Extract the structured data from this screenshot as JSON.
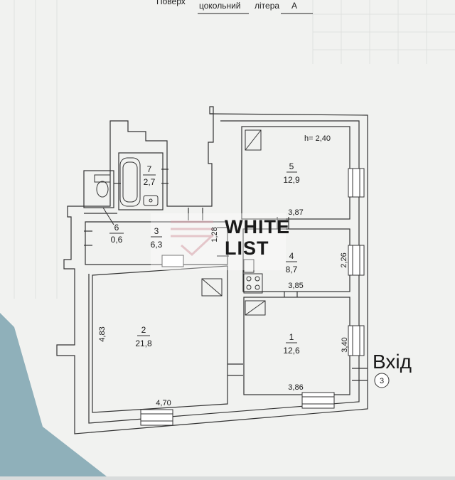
{
  "header": {
    "floor_label": "Поверх",
    "floor_value": "цокольний",
    "letter_label": "літера",
    "letter_value": "А"
  },
  "ceiling_height": "h= 2,40",
  "rooms": [
    {
      "num": "1",
      "area": "12,6"
    },
    {
      "num": "2",
      "area": "21,8"
    },
    {
      "num": "3",
      "area": "6,3"
    },
    {
      "num": "4",
      "area": "8,7"
    },
    {
      "num": "5",
      "area": "12,9"
    },
    {
      "num": "6",
      "area": "0,6"
    },
    {
      "num": "7",
      "area": "2,7"
    }
  ],
  "dimensions": {
    "room5_width": "3,87",
    "room4_height": "2,26",
    "room4_width": "3,85",
    "room3_height": "1,28",
    "room1_height": "3,40",
    "room1_width": "3,86",
    "room2_height": "4,83",
    "room2_width": "4,70"
  },
  "entrance": {
    "label": "Вхід",
    "number": "3"
  },
  "watermark": {
    "line1": "WHITE",
    "line2": "LIST"
  },
  "colors": {
    "paper": "#f1f2f0",
    "line": "#333333",
    "watermark": "#c9c9d4"
  }
}
